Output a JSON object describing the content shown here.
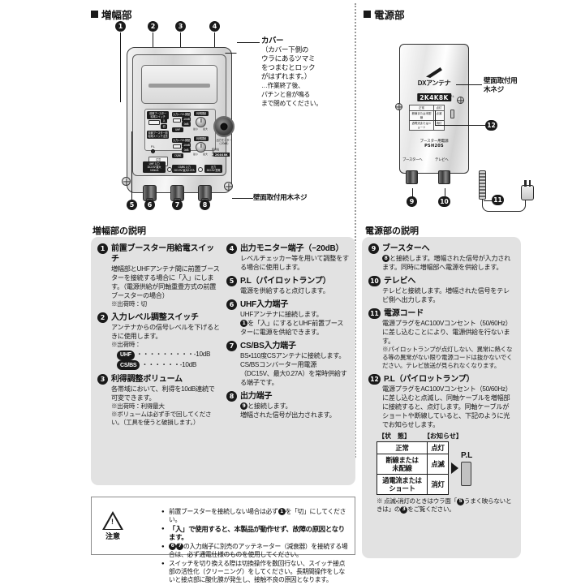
{
  "sections": {
    "amp_title": "増幅部",
    "power_title": "電源部",
    "amp_expl_title": "増幅部の説明",
    "power_expl_title": "電源部の説明"
  },
  "amp_figure": {
    "callouts": [
      "1",
      "2",
      "3",
      "4",
      "5",
      "6",
      "7",
      "8"
    ],
    "cover_label": "カバー",
    "cover_note": "（カバー下側の\nウラにあるツマミ\nをつまむとロック\nがはずれます。）",
    "cover_note2": "…作業終了後、\nパチンと音が鳴る\nまで閉めてください。",
    "screw_label": "壁面取付用木ネジ",
    "panel_labels": {
      "front_booster_switch": "前置ブースター\n給電スイッチ",
      "sw_on": "入",
      "sw_off": "切",
      "input_level_1": "入力レベル調整",
      "input_level_2": "入力レベル調整",
      "minus10db": "-10dB",
      "zerodb": "0dB",
      "band_uhf": "UHF",
      "band_csbs": "CS/BS",
      "gain_1": "利得調整",
      "gain_2": "利得調整",
      "gain_min": "最小",
      "gain_max": "最大",
      "monitor": "出力モニター\n(-20dB)",
      "pl": "P.L",
      "model_note": "使用電源 PSH20S",
      "k8k": "2K4K8K",
      "term_uhf": "UHF 入力\nDC15V 最大100mA",
      "term_csbs": "CS/BS 入力\nDC15V 最大0.27A",
      "term_out": "出力\nDC15V 受電"
    }
  },
  "power_figure": {
    "brand": "DXアンテナ",
    "badge": "2K4K8K",
    "model_line1": "ブースター用電源",
    "model_line2": "PSH20S",
    "pl_small": "P.L",
    "screw_label": "壁面取付用\n木ネジ",
    "conn_booster": "ブースターへ",
    "conn_tv": "テレビへ",
    "callouts": [
      "9",
      "10",
      "11",
      "12"
    ],
    "mini_table": [
      {
        "state": "正常",
        "notice": "点灯"
      },
      {
        "state": "断線または未配線",
        "notice": "点滅"
      },
      {
        "state": "過電流またはショート",
        "notice": "消灯"
      }
    ]
  },
  "amp_items": [
    {
      "num": "1",
      "title": "前置ブースター用給電スイッチ",
      "body": "増幅部とUHFアンテナ間に前置ブースターを接続する場合に「入」にします。（電源供給が同軸重畳方式の前置ブースターの場合）",
      "notes": [
        "※出荷時：切"
      ]
    },
    {
      "num": "2",
      "title": "入力レベル調整スイッチ",
      "body": "アンテナからの信号レベルを下げるときに使用します。",
      "notes": [
        "※出荷時："
      ],
      "badges": [
        {
          "label": "UHF",
          "dots": "・・・・・・・・・",
          "value": "-10dB"
        },
        {
          "label": "CS/BS",
          "dots": "・・・・・・",
          "value": "-10dB"
        }
      ]
    },
    {
      "num": "3",
      "title": "利得調整ボリューム",
      "body": "各帯域において、利得を10dB連続で可変できます。",
      "notes": [
        "※出荷時：利得最大",
        "※ボリュームは必ず手で回してください。（工具を使うと破損します。）"
      ]
    },
    {
      "num": "4",
      "title": "出力モニター端子（−20dB）",
      "body": "レベルチェッカー等を用いて調整をする場合に使用します。",
      "notes": []
    },
    {
      "num": "5",
      "title": "P.L（パイロットランプ）",
      "body": "電源を供給すると点灯します。",
      "notes": []
    },
    {
      "num": "6",
      "title": "UHF入力端子",
      "body": "UHFアンテナに接続します。",
      "body2_pre": "",
      "body2_num": "1",
      "body2_post": "を「入」にするとUHF前置ブースターに電源を供給できます。",
      "notes": []
    },
    {
      "num": "7",
      "title": "CS/BS入力端子",
      "body": "BS・110度CSアンテナに接続します。CS/BSコンバーター用電源（DC15V、最大0.27A）を常時供給する端子です。",
      "notes": []
    },
    {
      "num": "8",
      "title": "出力端子",
      "body2_pre": "",
      "body2_num": "9",
      "body2_post": "と接続します。",
      "body": "増幅された信号が出力されます。",
      "notes": []
    }
  ],
  "power_items": [
    {
      "num": "9",
      "title": "ブースターへ",
      "body2_pre": "",
      "body2_num": "8",
      "body2_post": "と接続します。増幅された信号が入力されます。同時に増幅部へ電源を供給します。",
      "body": "",
      "notes": []
    },
    {
      "num": "10",
      "title": "テレビへ",
      "body": "テレビと接続します。増幅された信号をテレビ側へ出力します。",
      "notes": []
    },
    {
      "num": "11",
      "title": "電源コード",
      "body": "電源プラグをAC100Vコンセント（50/60Hz）に差し込むことにより、電源供給を行ないます。",
      "notes": [
        "※パイロットランプが点灯しない、異常に熱くなる等の異常がない限り電源コードは抜かないでください。テレビ放送が見られなくなります。"
      ]
    },
    {
      "num": "12",
      "title": "P.L（パイロットランプ）",
      "body": "電源プラグをAC100Vコンセント（50/60Hz）に差し込むと点滅し、同軸ケーブルを増幅部に接続すると、点灯します。同軸ケーブルがショートや断線していると、下記のように光でお知らせします。",
      "notes": []
    }
  ],
  "status_table": {
    "header_state": "【状　態】",
    "header_notice": "【お知らせ】",
    "rows": [
      {
        "state": "正常",
        "notice": "点灯"
      },
      {
        "state": "断線または\n未配線",
        "notice": "点滅"
      },
      {
        "state": "過電流または\nショート",
        "notice": "消灯"
      }
    ],
    "pl_label": "P.L",
    "footnote_pre": "※ 点滅・消灯のときはウラ面「",
    "footnote_n1": "5",
    "footnote_mid": "うまく映らないときは」の",
    "footnote_n2": "3",
    "footnote_post": "をご覧ください。"
  },
  "caution": {
    "word": "注意",
    "mark": "!",
    "items": [
      {
        "pre": "前置ブースターを接続しない場合は必ず",
        "n": "1",
        "post": "を「切」にしてください。"
      },
      {
        "pre": "",
        "n": "",
        "post": "",
        "n2": "6",
        "n3": "7",
        "text": "の入力端子に別売のアッテネーター（減衰器）を接続する場合は、必ず通電仕様のものを使用してください。"
      },
      {
        "pre": "スイッチを切り換える際は切換操作を数回行ない、スイッチ接点部の活性化（クリーニング）をしてください。長期間操作をしないと接点部に酸化膜が発生し、接触不良の原因となります。",
        "n": "",
        "post": ""
      }
    ],
    "strong": "「入」で使用すると、本製品が動作せず、故障の原因となります。"
  }
}
